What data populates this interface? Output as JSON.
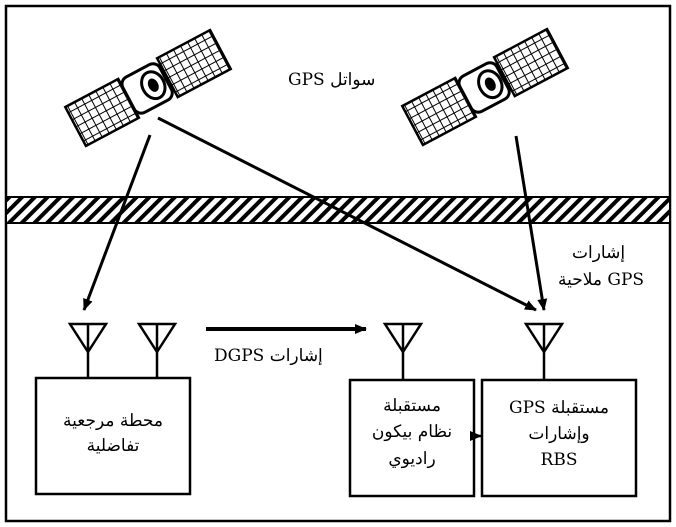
{
  "labels": {
    "satellites": "سواتل GPS",
    "nav_signals_line1": "إشارات",
    "nav_signals_line2": "GPS ملاحية",
    "dgps_signals": "إشارات DGPS",
    "ref_station_line1": "محطة مرجعية",
    "ref_station_line2": "تفاضلية",
    "beacon_line1": "مستقبلة",
    "beacon_line2": "نظام بيكون",
    "beacon_line3": "راديوي",
    "rbs_line1": "مستقبلة GPS",
    "rbs_line2": "وإشارات",
    "rbs_line3": "RBS"
  },
  "colors": {
    "ink": "#000000",
    "background": "#ffffff"
  }
}
